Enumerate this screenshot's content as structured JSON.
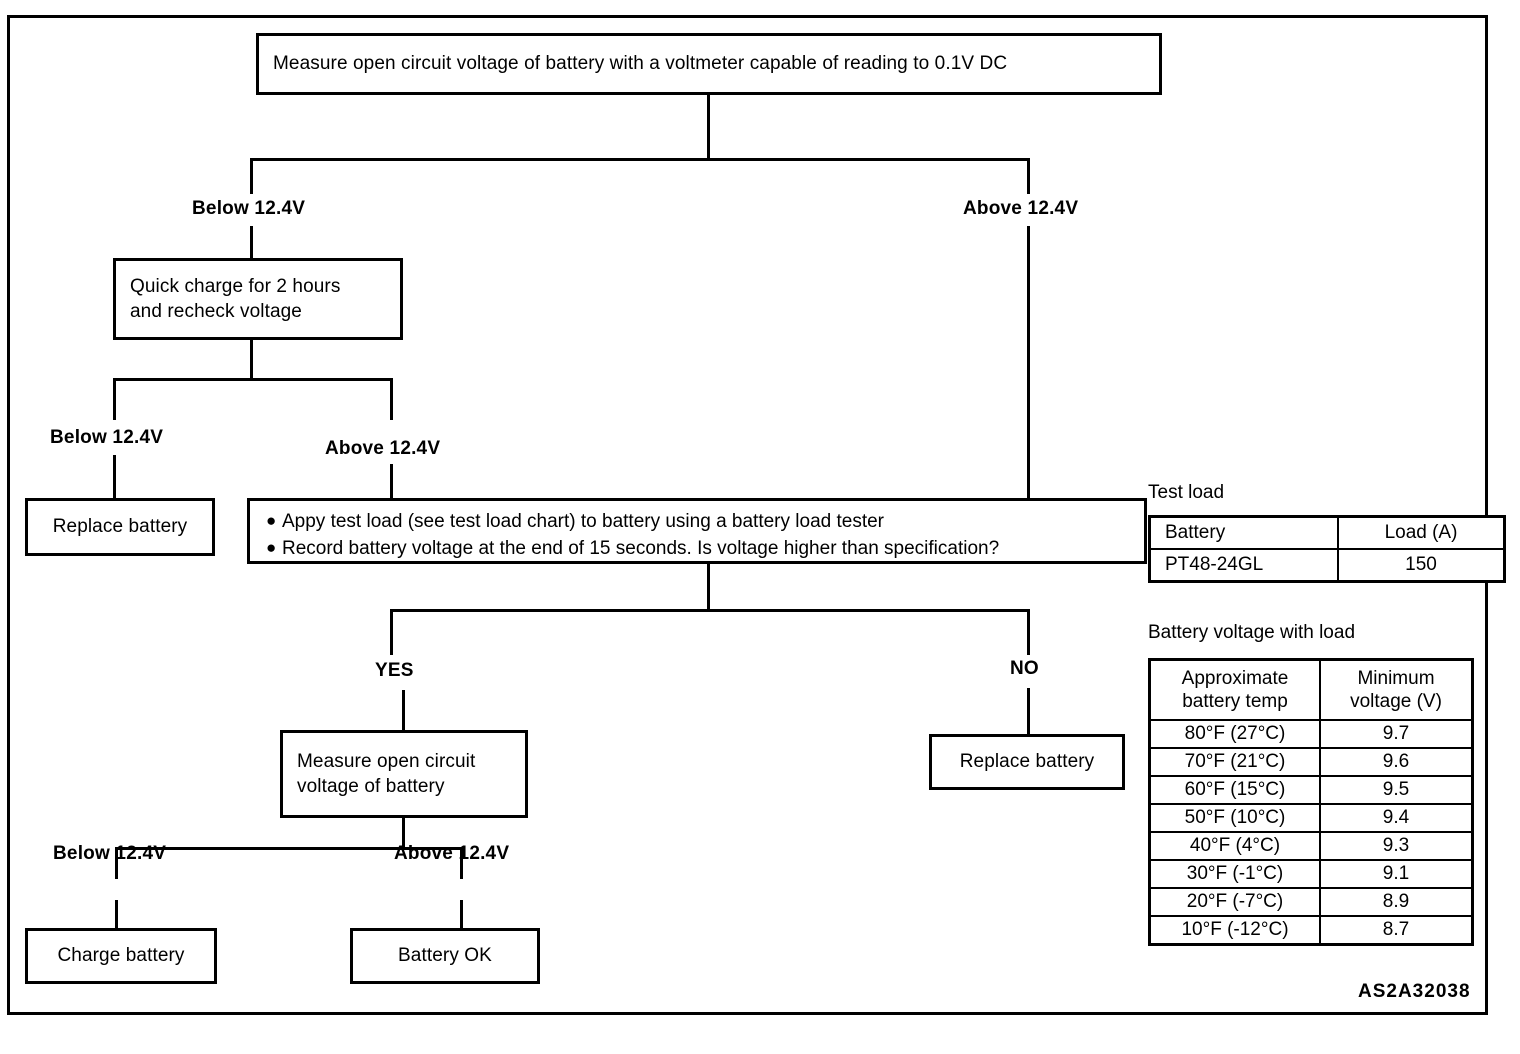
{
  "diagram": {
    "reference_code": "AS2A32038",
    "nodes": {
      "start": "Measure open circuit voltage of battery with a voltmeter capable of reading  to 0.1V DC",
      "quick_charge_line1": "Quick charge for 2 hours",
      "quick_charge_line2": "and recheck voltage",
      "replace_battery_left": "Replace battery",
      "load_test_bullet_1": "Appy test load (see test load chart) to battery using a battery load tester",
      "load_test_bullet_2": "Record battery voltage at the end of 15 seconds. Is voltage higher than specification?",
      "replace_battery_no": "Replace battery",
      "measure_ocv_line1": "Measure open circuit",
      "measure_ocv_line2": "voltage of battery",
      "charge_battery": "Charge battery",
      "battery_ok": "Battery OK"
    },
    "edge_labels": {
      "top_below": "Below 12.4V",
      "top_above": "Above 12.4V",
      "mid_below": "Below 12.4V",
      "mid_above": "Above 12.4V",
      "yes": "YES",
      "no": "NO",
      "bottom_below": "Below 12.4V",
      "bottom_above": "Above 12.4V"
    },
    "bullet_glyph": "●"
  },
  "tables": {
    "test_load": {
      "caption": "Test load",
      "headers": [
        "Battery",
        "Load (A)"
      ],
      "rows": [
        [
          "PT48-24GL",
          "150"
        ]
      ]
    },
    "battery_voltage_with_load": {
      "caption": "Battery voltage with load",
      "headers": [
        "Approximate\nbattery temp",
        "Minimum\nvoltage (V)"
      ],
      "header_lines": [
        [
          "Approximate",
          "battery temp"
        ],
        [
          "Minimum",
          "voltage (V)"
        ]
      ],
      "rows": [
        [
          "80°F (27°C)",
          "9.7"
        ],
        [
          "70°F (21°C)",
          "9.6"
        ],
        [
          "60°F (15°C)",
          "9.5"
        ],
        [
          "50°F (10°C)",
          "9.4"
        ],
        [
          "40°F (4°C)",
          "9.3"
        ],
        [
          "30°F (-1°C)",
          "9.1"
        ],
        [
          "20°F (-7°C)",
          "8.9"
        ],
        [
          "10°F (-12°C)",
          "8.7"
        ]
      ]
    }
  }
}
